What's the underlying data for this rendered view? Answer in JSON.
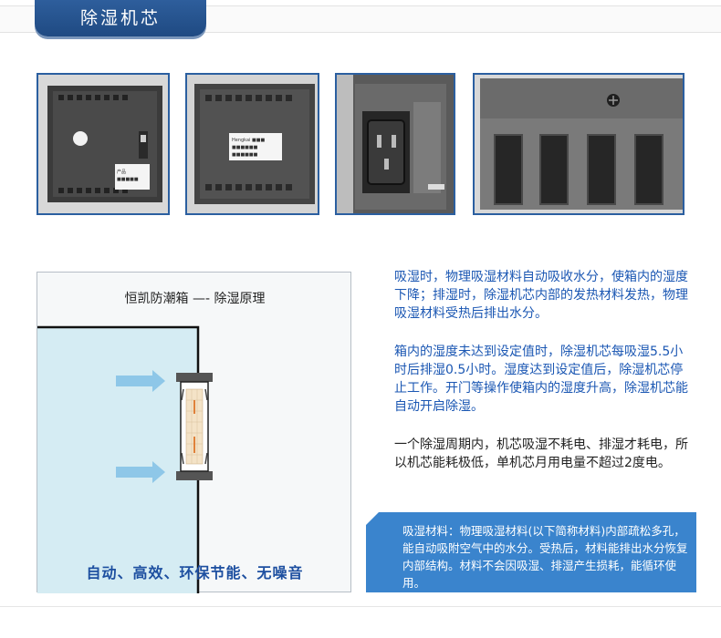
{
  "header": {
    "title": "除湿机芯"
  },
  "photos": [
    {
      "label_lines": [
        "产品",
        "■■■■■"
      ],
      "icon": "device-back-photo"
    },
    {
      "label_lines": [
        "Hengkai ■■■",
        "■■■■■■",
        "■■■■■■"
      ],
      "icon": "device-label-photo"
    },
    {
      "icon": "power-socket-photo"
    },
    {
      "icon": "vent-slots-photo"
    }
  ],
  "diagram": {
    "title": "恒凯防潮箱 —- 除湿原理",
    "slogan": "自动、高效、环保节能、无噪音"
  },
  "paragraphs": [
    "吸湿时，物理吸湿材料自动吸收水分，使箱内的湿度下降；排湿时，除湿机芯内部的发热材料发热，物理吸湿材料受热后排出水分。",
    "箱内的湿度未达到设定值时，除湿机芯每吸湿5.5小时后排湿0.5小时。湿度达到设定值后，除湿机芯停止工作。开门等操作使箱内的湿度升高，除湿机芯能自动开启除湿。",
    "一个除湿周期内，机芯吸湿不耗电、排湿才耗电，所以机芯能耗极低，单机芯月用电量不超过2度电。"
  ],
  "infobox": {
    "text": "吸湿材料：物理吸湿材料(以下简称材料)内部疏松多孔，能自动吸附空气中的水分。受热后，材料能排出水分恢复内部结构。材料不会因吸湿、排湿产生损耗，能循环使用。"
  }
}
